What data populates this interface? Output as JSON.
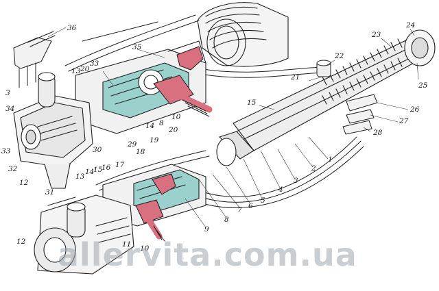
{
  "diagram": {
    "callouts": [
      {
        "id": "c36",
        "text": "36"
      },
      {
        "id": "c35",
        "text": "35"
      },
      {
        "id": "c3a",
        "text": "3"
      },
      {
        "id": "c13a",
        "text": "13"
      },
      {
        "id": "c20a",
        "text": "20"
      },
      {
        "id": "c33a",
        "text": "33"
      },
      {
        "id": "c34",
        "text": "34"
      },
      {
        "id": "c33b",
        "text": "33"
      },
      {
        "id": "c32",
        "text": "32"
      },
      {
        "id": "c12a",
        "text": "12"
      },
      {
        "id": "c31",
        "text": "31"
      },
      {
        "id": "c30",
        "text": "30"
      },
      {
        "id": "c14a",
        "text": "14"
      },
      {
        "id": "c8a",
        "text": "8"
      },
      {
        "id": "c10a",
        "text": "10"
      },
      {
        "id": "c20b",
        "text": "20"
      },
      {
        "id": "c29",
        "text": "29"
      },
      {
        "id": "c19",
        "text": "19"
      },
      {
        "id": "c18",
        "text": "18"
      },
      {
        "id": "c17",
        "text": "17"
      },
      {
        "id": "c16",
        "text": "16"
      },
      {
        "id": "c15a",
        "text": "15"
      },
      {
        "id": "c14b",
        "text": "14"
      },
      {
        "id": "c13b",
        "text": "13"
      },
      {
        "id": "c12b",
        "text": "12"
      },
      {
        "id": "c11",
        "text": "11"
      },
      {
        "id": "c10b",
        "text": "10"
      },
      {
        "id": "c9",
        "text": "9"
      },
      {
        "id": "c8b",
        "text": "8"
      },
      {
        "id": "c7",
        "text": "7"
      },
      {
        "id": "c6",
        "text": "6"
      },
      {
        "id": "c5",
        "text": "5"
      },
      {
        "id": "c4",
        "text": "4"
      },
      {
        "id": "c3b",
        "text": "3"
      },
      {
        "id": "c2",
        "text": "2"
      },
      {
        "id": "c1",
        "text": "1"
      },
      {
        "id": "c15b",
        "text": "15"
      },
      {
        "id": "c21",
        "text": "21"
      },
      {
        "id": "c22",
        "text": "22"
      },
      {
        "id": "c23",
        "text": "23"
      },
      {
        "id": "c24",
        "text": "24"
      },
      {
        "id": "c25",
        "text": "25"
      },
      {
        "id": "c26",
        "text": "26"
      },
      {
        "id": "c27",
        "text": "27"
      },
      {
        "id": "c28",
        "text": "28"
      }
    ],
    "watermark": "allervita.com.ua",
    "colors": {
      "ink": "#1e1e1e",
      "pinkPart": "#d9707f",
      "tealSection": "#7ec6c0",
      "paper": "#ffffff"
    }
  }
}
